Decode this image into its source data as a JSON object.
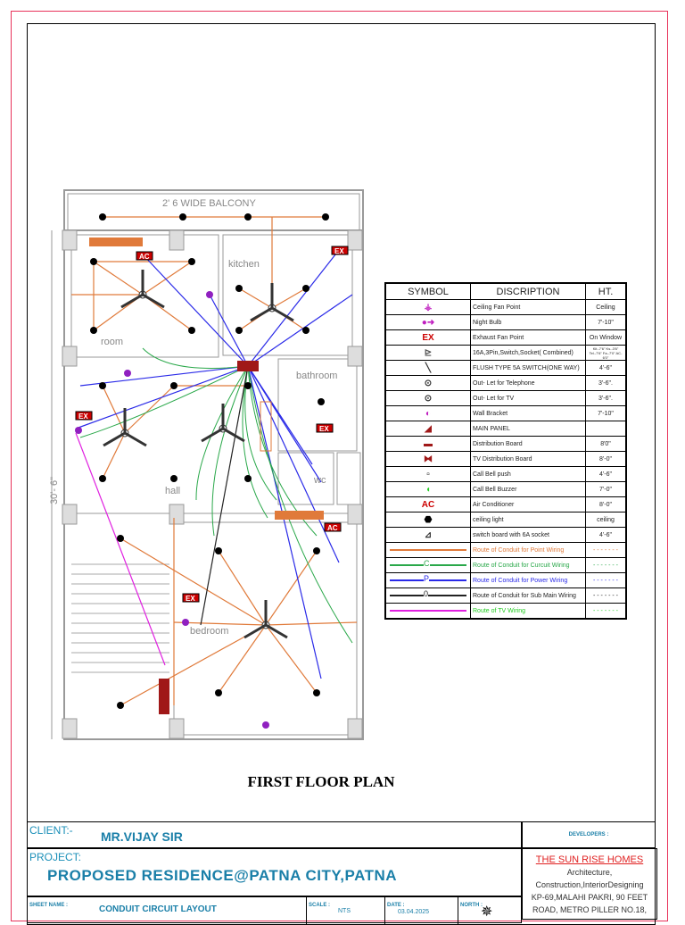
{
  "plan": {
    "title": "FIRST FLOOR PLAN",
    "dimension": "30'- 6\"",
    "rooms": {
      "balcony": "2' 6 WIDE BALCONY",
      "kitchen": "kitchen",
      "room": "room",
      "bathroom": "bathroom",
      "hall": "hall",
      "wc": "wc",
      "bedroom": "bedroom"
    },
    "tags": {
      "ac": "AC",
      "ex": "EX"
    }
  },
  "legend": {
    "headers": [
      "SYMBOL",
      "DISCRIPTION",
      "HT."
    ],
    "rows": [
      {
        "icon": "ceiling-fan-icon",
        "desc": "Ceiling Fan Point",
        "ht": "Ceiling"
      },
      {
        "icon": "night-bulb-icon",
        "desc": "Night Bulb",
        "ht": "7'-10\""
      },
      {
        "icon": "exhaust-fan-icon",
        "desc": "Exhaust Fan Point",
        "ht": "On Window"
      },
      {
        "icon": "socket-icon",
        "desc": "16A,3Pin,Switch,Socket( Combined)",
        "ht": "Kit.-7'6\" Ks.-3'6\" Tel.-7'6\" Fa.-7'0\" AC-6'0\""
      },
      {
        "icon": "switch-icon",
        "desc": "FLUSH TYPE 5A SWITCH(ONE WAY)",
        "ht": "4'-6\""
      },
      {
        "icon": "telephone-outlet-icon",
        "desc": "Out- Let for Telephone",
        "ht": "3'-6\"."
      },
      {
        "icon": "tv-outlet-icon",
        "desc": "Out- Let for TV",
        "ht": "3'-6\"."
      },
      {
        "icon": "wall-bracket-icon",
        "desc": "Wall Bracket",
        "ht": "7'-10\""
      },
      {
        "icon": "main-panel-icon",
        "desc": "MAIN PANEL",
        "ht": ""
      },
      {
        "icon": "distribution-board-icon",
        "desc": "Distribution Board",
        "ht": "8'0\""
      },
      {
        "icon": "tv-distribution-board-icon",
        "desc": "TV Distribution Board",
        "ht": "8'-0\""
      },
      {
        "icon": "call-bell-push-icon",
        "desc": "Call Bell push",
        "ht": "4'-6\""
      },
      {
        "icon": "call-bell-buzzer-icon",
        "desc": "Call Bell Buzzer",
        "ht": "7'-0\""
      },
      {
        "icon": "air-conditioner-icon",
        "desc": "Air Conditioner",
        "ht": "8'-0\""
      },
      {
        "icon": "ceiling-light-icon",
        "desc": "ceiling light",
        "ht": "ceiling"
      },
      {
        "icon": "switch-board-icon",
        "desc": "switch board with 6A socket",
        "ht": "4'-6\""
      }
    ],
    "wiring": [
      {
        "desc": "Route of Conduit for Point Wiring",
        "color": "#e07a3a",
        "mark": "",
        "ht": "- - - - - - -"
      },
      {
        "desc": "Route of Conduit for Curcuit Wiring",
        "color": "#2aa84a",
        "mark": "C",
        "ht": "- - - - - - -"
      },
      {
        "desc": "Route of Conduit for Power Wiring",
        "color": "#2a2ae8",
        "mark": "P",
        "ht": "- - - - - - -"
      },
      {
        "desc": "Route of Conduit for Sub Main Wiring",
        "color": "#222222",
        "mark": "0",
        "ht": "- - - - - - -"
      },
      {
        "desc": "Route of TV  Wiring",
        "color": "#e020e0",
        "textcolor": "#22cc22",
        "mark": "",
        "ht": "- - - - - - -"
      }
    ]
  },
  "titleblock": {
    "client_label": "CLIENT:-",
    "client": "MR.VIJAY SIR",
    "project_label": "PROJECT:",
    "project": "PROPOSED RESIDENCE@PATNA CITY,PATNA",
    "developers_label": "DEVELOPERS :",
    "developer_name": "THE SUN RISE HOMES",
    "developer_lines": [
      "Architecture,",
      "Construction,InteriorDesigning",
      "KP-69,MALAHI PAKRI, 90 FEET",
      "ROAD, METRO PILLER NO.18,"
    ],
    "sheet_label": "SHEET NAME :",
    "sheet_name": "CONDUIT CIRCUIT LAYOUT",
    "scale_label": "SCALE :",
    "scale": "NTS",
    "date_label": "DATE :",
    "date": "03.04.2025",
    "north_label": "NORTH :"
  },
  "colors": {
    "point": "#e07a3a",
    "circuit": "#2aa84a",
    "power": "#2a2ae8",
    "submain": "#222222",
    "tv": "#e020e0",
    "panel": "#a01818",
    "frame": "#e8325a"
  }
}
